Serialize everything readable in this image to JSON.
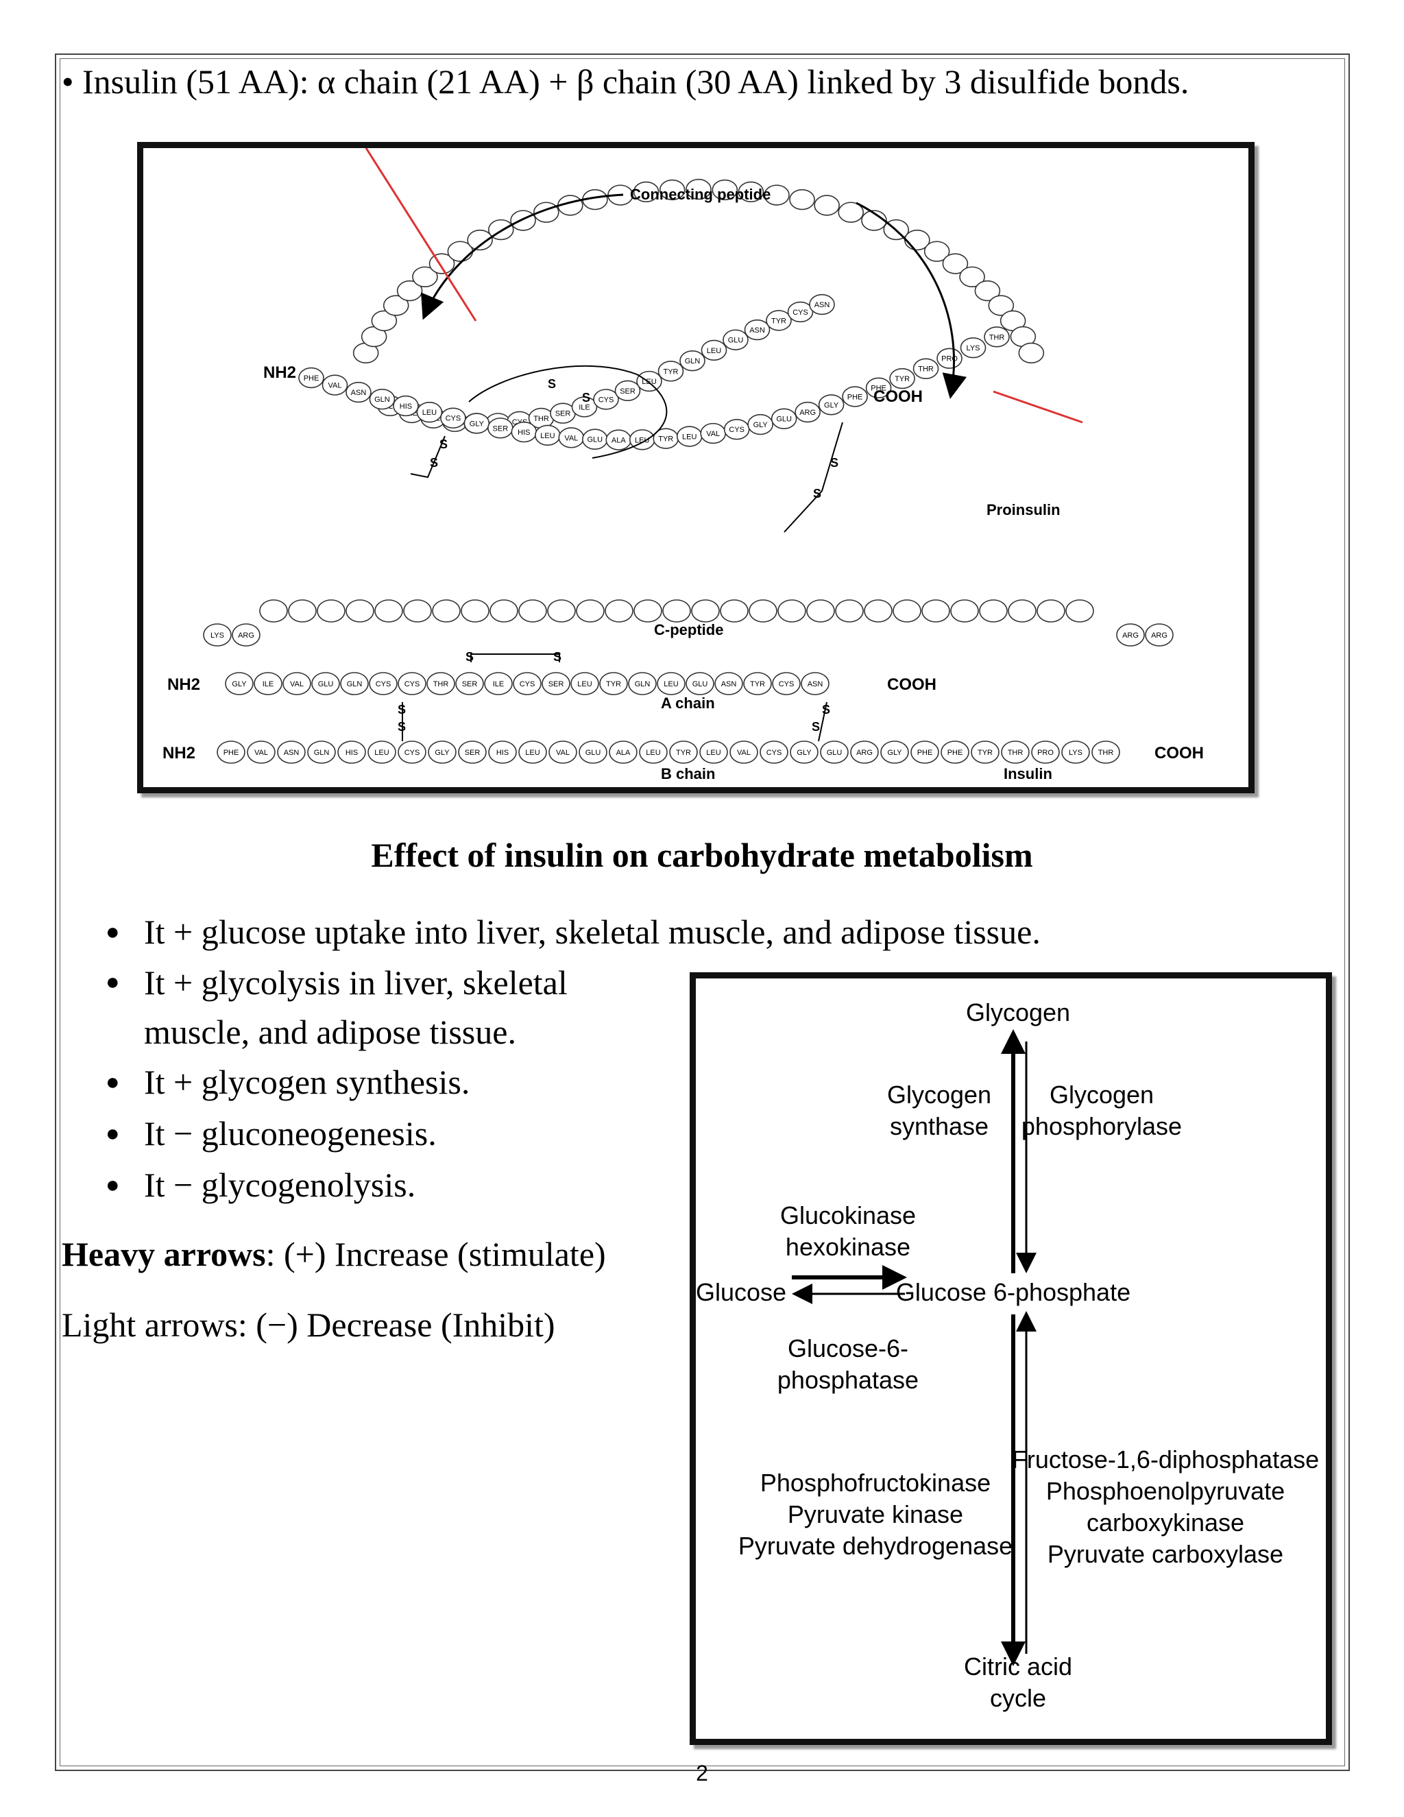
{
  "intro_line": "• Insulin (51 AA): α chain (21 AA) + β chain (30 AA) linked by 3 disulfide bonds.",
  "proinsulin_figure": {
    "connecting_peptide_label": "Connecting peptide",
    "proinsulin_label": "Proinsulin",
    "insulin_label": "Insulin",
    "c_peptide_label": "C-peptide",
    "a_chain_label": "A chain",
    "b_chain_label": "B chain",
    "nh2": "NH2",
    "cooh": "COOH",
    "disulfide_s": "S",
    "cleavage_left": [
      "LYS",
      "ARG"
    ],
    "cleavage_right": [
      "ARG",
      "ARG"
    ],
    "a_chain_residues": [
      "GLY",
      "ILE",
      "VAL",
      "GLU",
      "GLN",
      "CYS",
      "CYS",
      "THR",
      "SER",
      "ILE",
      "CYS",
      "SER",
      "LEU",
      "TYR",
      "GLN",
      "LEU",
      "GLU",
      "ASN",
      "TYR",
      "CYS",
      "ASN"
    ],
    "b_chain_residues": [
      "PHE",
      "VAL",
      "ASN",
      "GLN",
      "HIS",
      "LEU",
      "CYS",
      "GLY",
      "SER",
      "HIS",
      "LEU",
      "VAL",
      "GLU",
      "ALA",
      "LEU",
      "TYR",
      "LEU",
      "VAL",
      "CYS",
      "GLY",
      "GLU",
      "ARG",
      "GLY",
      "PHE",
      "PHE",
      "TYR",
      "THR",
      "PRO",
      "LYS",
      "THR"
    ]
  },
  "section_heading": "Effect of insulin on carbohydrate metabolism",
  "bullets": [
    "It + glucose uptake into liver, skeletal muscle, and adipose tissue.",
    "It + glycolysis in liver, skeletal",
    "muscle, and adipose tissue.",
    "It + glycogen synthesis.",
    "It − gluconeogenesis.",
    "It − glycogenolysis."
  ],
  "legend": {
    "heavy_bold": "Heavy arrows",
    "heavy_rest": ": (+) Increase (stimulate)",
    "light": "Light arrows: (−) Decrease (Inhibit)"
  },
  "pathway_figure": {
    "glycogen": "Glycogen",
    "glycogen_synthase": [
      "Glycogen",
      "synthase"
    ],
    "glycogen_phosphorylase": [
      "Glycogen",
      "phosphorylase"
    ],
    "glucokinase": [
      "Glucokinase",
      "hexokinase"
    ],
    "glucose": "Glucose",
    "glucose_6_phosphate": "Glucose 6-phosphate",
    "glucose_6_phosphatase": [
      "Glucose-6-",
      "phosphatase"
    ],
    "glycolytic_enzymes": [
      "Phosphofructokinase",
      "Pyruvate kinase",
      "Pyruvate dehydrogenase"
    ],
    "gluconeogenic_enzymes": [
      "Fructose-1,6-diphosphatase",
      "Phosphoenolpyruvate",
      "carboxykinase",
      "Pyruvate carboxylase"
    ],
    "citric_acid_cycle": [
      "Citric acid",
      "cycle"
    ]
  },
  "page_number": "2"
}
